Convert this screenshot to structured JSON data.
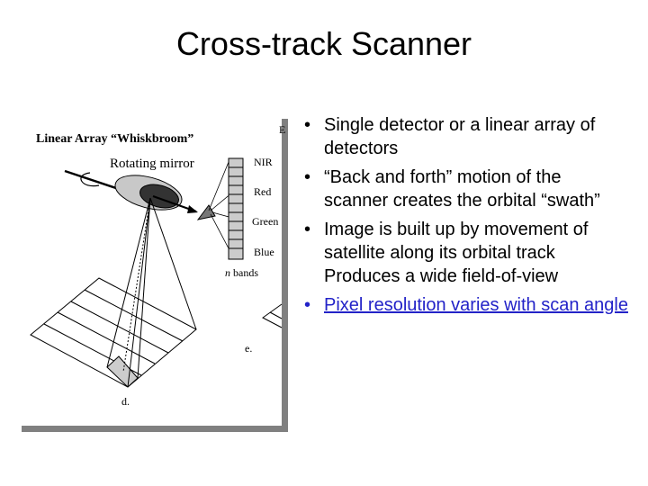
{
  "title": "Cross-track Scanner",
  "figure": {
    "heading": "Linear Array “Whiskbroom”",
    "mirror_label": "Rotating mirror",
    "bands": [
      "NIR",
      "Red",
      "Green",
      "Blue"
    ],
    "bands_caption_italic": "n",
    "bands_caption": " bands",
    "panel_d": "d.",
    "panel_e": "e.",
    "cut_letter": "E"
  },
  "bullets": [
    {
      "text": "Single detector or a linear array of detectors"
    },
    {
      "text": "“Back and forth” motion of the scanner creates the orbital “swath”"
    },
    {
      "text": "Image is built up by movement of satellite along its orbital track Produces a wide field-of-view"
    },
    {
      "text": "Pixel resolution varies with scan angle",
      "link": true
    }
  ],
  "colors": {
    "link": "#2323c8",
    "shadow": "#808080"
  }
}
